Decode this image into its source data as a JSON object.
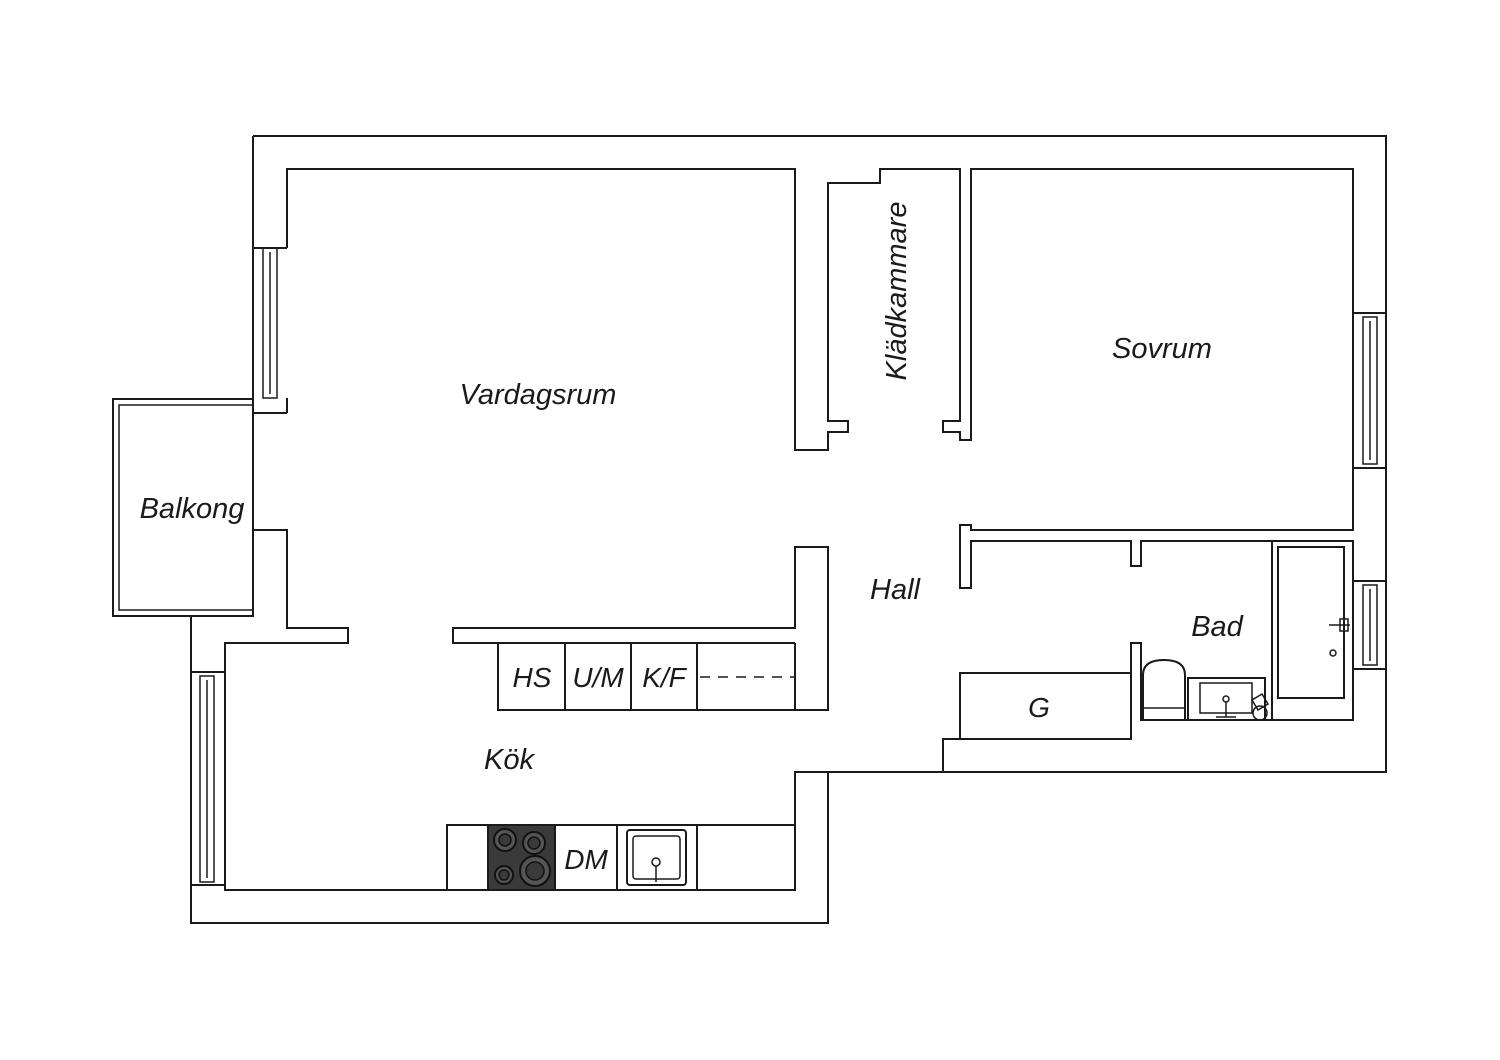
{
  "rooms": {
    "vardagsrum": "Vardagsrum",
    "kladkammare": "Klädkammare",
    "sovrum": "Sovrum",
    "balkong": "Balkong",
    "hall": "Hall",
    "bad": "Bad",
    "kok": "Kök"
  },
  "appliances": {
    "hs": "HS",
    "um": "U/M",
    "kf": "K/F",
    "dm": "DM",
    "g": "G"
  },
  "colors": {
    "line": "#1a1a1a",
    "stove": "#3a3a3a",
    "background": "#ffffff"
  }
}
